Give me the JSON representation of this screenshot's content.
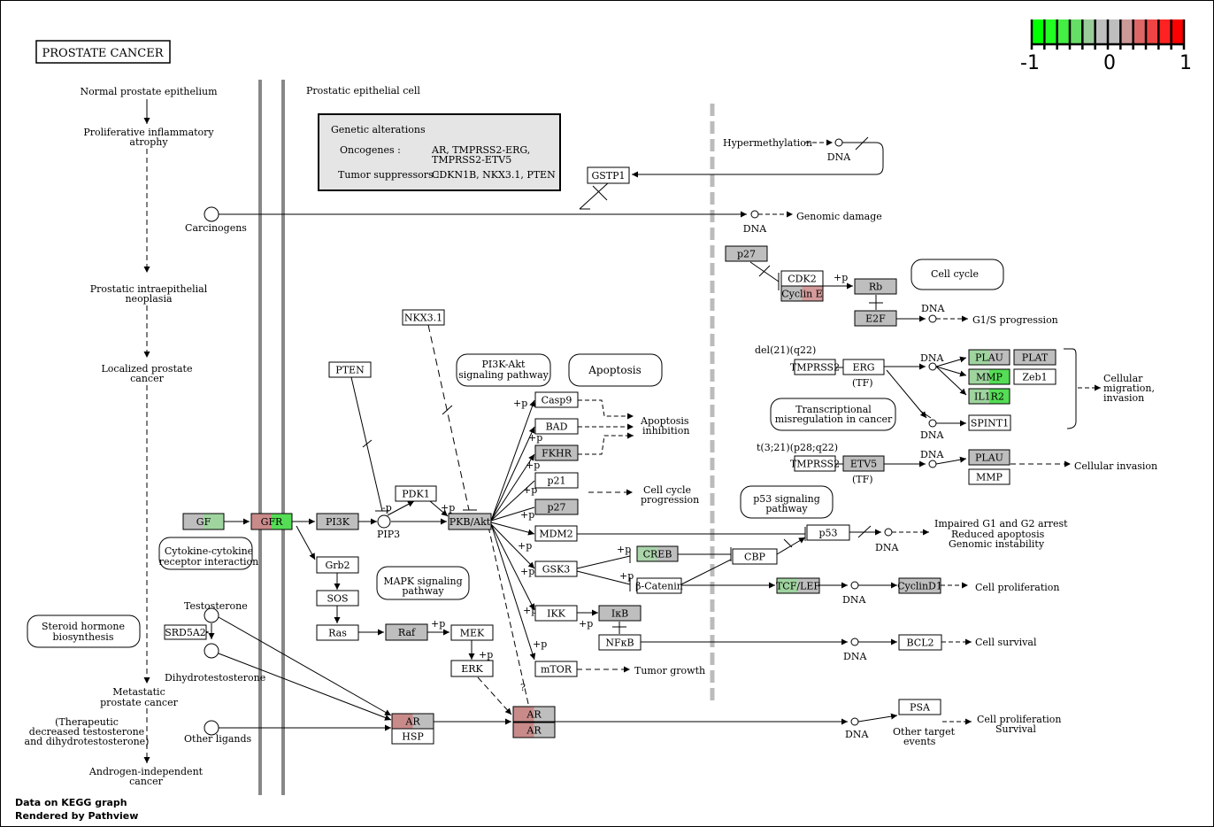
{
  "title": "PROSTATE  CANCER",
  "footer": {
    "line1": "Data on KEGG graph",
    "line2": "Rendered by  Pathview"
  },
  "legend": {
    "min_label": "-1",
    "mid_label": "0",
    "max_label": "1",
    "colors": [
      "#00ff00",
      "#22ff22",
      "#44ee44",
      "#66dd66",
      "#99cc99",
      "#bebebe",
      "#bebebe",
      "#cc9999",
      "#dd6666",
      "#ee4444",
      "#ff2222",
      "#ff0000"
    ]
  },
  "left_labels": {
    "normal": "Normal prostate epithelium",
    "pia1": "Proliferative inflammatory",
    "pia2": "atrophy",
    "pin1": "Prostatic intraepithelial",
    "pin2": "neoplasia",
    "local1": "Localized prostate",
    "local2": "cancer",
    "meta1": "Metastatic",
    "meta2": "prostate cancer",
    "ther1": "(Therapeutic",
    "ther2": "decreased testosterone",
    "ther3": "and dihydrotestosterone)",
    "andro1": "Androgen-independent",
    "andro2": "cancer",
    "steroid1": "Steroid hormone",
    "steroid2": "biosynthesis",
    "carcinogens": "Carcinogens",
    "testosterone": "Testosterone",
    "dht": "Dihydrotestosterone",
    "other_ligands": "Other ligands",
    "cytokine1": "Cytokine-cytokine",
    "cytokine2": "receptor interaction",
    "epithelial_cell": "Prostatic epithelial cell"
  },
  "genetic": {
    "heading": "Genetic alterations",
    "onc_label": "Oncogenes :",
    "onc1": "AR, TMPRSS2-ERG,",
    "onc2": "TMPRSS2-ETV5",
    "ts_label": "Tumor suppressors :",
    "ts": "CDKN1B, NKX3.1, PTEN"
  },
  "pathways": {
    "pi3k1": "PI3K-Akt",
    "pi3k2": "signaling pathway",
    "apoptosis": "Apoptosis",
    "mapk1": "MAPK signaling",
    "mapk2": "pathway",
    "p53_1": "p53 signaling",
    "p53_2": "pathway",
    "cellcycle": "Cell cycle",
    "tm1": "Transcriptional",
    "tm2": "misregulation in cancer"
  },
  "genes": {
    "gf": "GF",
    "gfr": "GFR",
    "pi3k": "PI3K",
    "grb2": "Grb2",
    "sos": "SOS",
    "ras": "Ras",
    "raf": "Raf",
    "mek": "MEK",
    "erk": "ERK",
    "pdk1": "PDK1",
    "pten": "PTEN",
    "nkx31": "NKX3.1",
    "pkb": "PKB/Akt",
    "casp9": "Casp9",
    "bad": "BAD",
    "fkhr": "FKHR",
    "p21": "p21",
    "p27a": "p27",
    "mdm2": "MDM2",
    "gsk3": "GSK3",
    "ikk": "IKK",
    "mtor": "mTOR",
    "ikb": "IκB",
    "nfkb": "NFκB",
    "creb": "CREB",
    "bcat": "β-Catenin",
    "cbp": "CBP",
    "tcf": "TCF/LEF",
    "cyclind1": "CyclinD1",
    "bcl2": "BCL2",
    "p53": "p53",
    "psa": "PSA",
    "srd5a2": "SRD5A2",
    "ar1": "AR",
    "hsp": "HSP",
    "ar2": "AR",
    "ar3": "AR",
    "gstp1": "GSTP1",
    "p27b": "p27",
    "cdk2": "CDK2",
    "cycline": "Cyclin E",
    "rb": "Rb",
    "e2f": "E2F",
    "tmprss2a": "TMPRSS2",
    "erg": "ERG",
    "tmprss2b": "TMPRSS2",
    "etv5": "ETV5",
    "plau1": "PLAU",
    "plat": "PLAT",
    "mmp1": "MMP",
    "zeb1": "Zeb1",
    "il1r2": "IL1R2",
    "spint1": "SPINT1",
    "plau2": "PLAU",
    "mmp2": "MMP"
  },
  "labels": {
    "pip3": "PIP3",
    "minus_p": "-p",
    "plus_p": "+p",
    "tf": "(TF)",
    "dna": "DNA",
    "q": "?",
    "hypermeth": "Hypermethylation",
    "genomic": "Genomic damage",
    "g1s": "G1/S progression",
    "del21": "del(21)(q22)",
    "t3": "t(3;21)(p28;q22)",
    "cellmig1": "Cellular",
    "cellmig2": "migration,",
    "cellmig3": "invasion",
    "cellinv": "Cellular invasion",
    "apop1": "Apoptosis",
    "apop2": "inhibition",
    "ccp1": "Cell cycle",
    "ccp2": "progression",
    "imp1": "Impaired G1 and G2 arrest",
    "imp2": "Reduced apoptosis",
    "imp3": "Genomic instability",
    "cellprolif": "Cell proliferation",
    "cellsurv": "Cell survival",
    "tumor": "Tumor growth",
    "cps1": "Cell proliferation",
    "cps2": "Survival",
    "other1": "Other target",
    "other2": "events"
  }
}
